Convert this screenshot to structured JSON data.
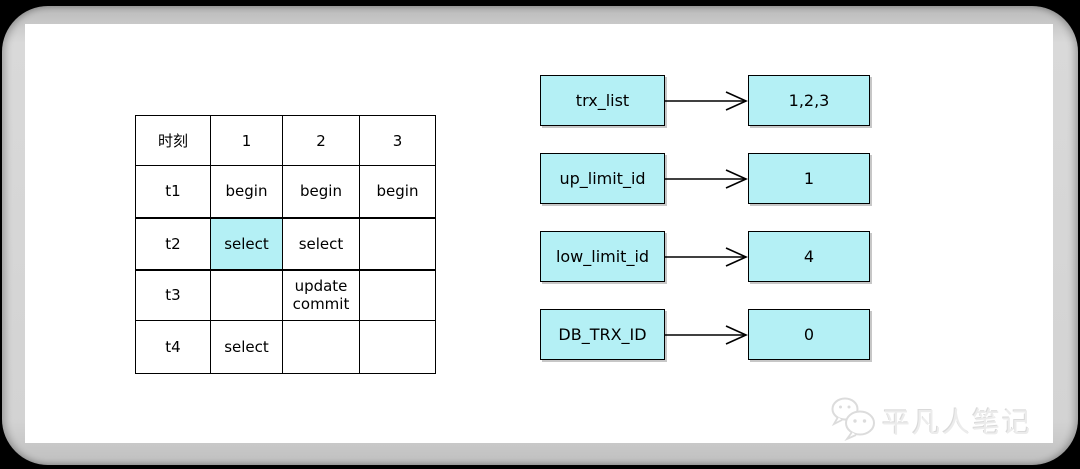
{
  "page": {
    "background": "#000000",
    "bezel_color": "#d3d3d3",
    "canvas_color": "#ffffff"
  },
  "colors": {
    "highlight_cyan": "#b4f0f5",
    "line_black": "#000000",
    "watermark_gray": "#ececec"
  },
  "timeline_table": {
    "columns": [
      "时刻",
      "1",
      "2",
      "3"
    ],
    "rows": [
      {
        "time": "t1",
        "cells": [
          {
            "text": "begin",
            "highlight": false
          },
          {
            "text": "begin",
            "highlight": false
          },
          {
            "text": "begin",
            "highlight": false
          }
        ]
      },
      {
        "time": "t2",
        "cells": [
          {
            "text": "select",
            "highlight": true
          },
          {
            "text": "select",
            "highlight": false
          },
          {
            "text": "",
            "highlight": false
          }
        ]
      },
      {
        "time": "t3",
        "cells": [
          {
            "text": "",
            "highlight": false
          },
          {
            "text": "update\ncommit",
            "highlight": false
          },
          {
            "text": "",
            "highlight": false
          }
        ]
      },
      {
        "time": "t4",
        "cells": [
          {
            "text": "select",
            "highlight": false
          },
          {
            "text": "",
            "highlight": false
          },
          {
            "text": "",
            "highlight": false
          }
        ]
      }
    ]
  },
  "read_view": {
    "pairs": [
      {
        "label": "trx_list",
        "value": "1,2,3"
      },
      {
        "label": "up_limit_id",
        "value": "1"
      },
      {
        "label": "low_limit_id",
        "value": "4"
      },
      {
        "label": "DB_TRX_ID",
        "value": "0"
      }
    ]
  },
  "watermark": {
    "icon": "wechat-icon",
    "text": "平凡人笔记"
  }
}
